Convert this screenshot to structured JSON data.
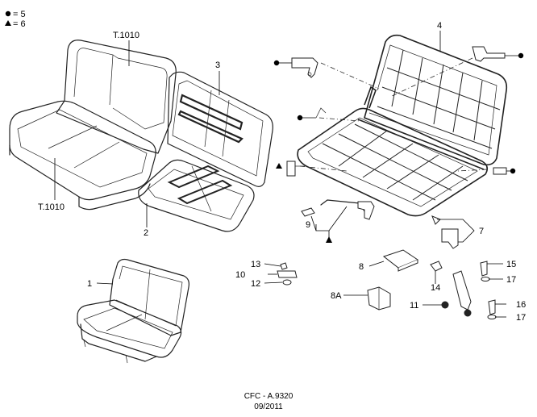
{
  "legend": {
    "items": [
      {
        "symbol": "●",
        "text": "= 5"
      },
      {
        "symbol": "▲",
        "text": "= 6"
      }
    ]
  },
  "callouts": {
    "t1010_top": "T.1010",
    "t1010_bottom": "T.1010",
    "n1": "1",
    "n2": "2",
    "n3": "3",
    "n4": "4",
    "n7": "7",
    "n8": "8",
    "n8a": "8A",
    "n9": "9",
    "n10": "10",
    "n11": "11",
    "n12": "12",
    "n13": "13",
    "n14": "14",
    "n15": "15",
    "n16": "16",
    "n17a": "17",
    "n17b": "17"
  },
  "footer": {
    "code": "CFC - A.9320",
    "date": "09/2011"
  }
}
